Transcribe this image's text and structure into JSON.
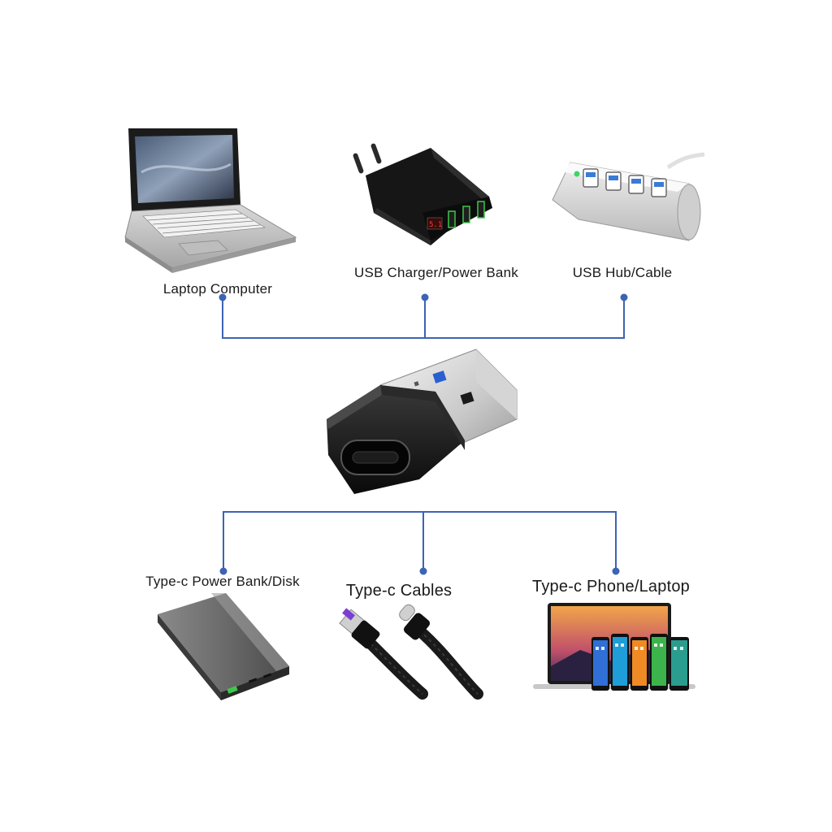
{
  "diagram": {
    "center_device_icon": "usb-a-male-to-type-c-female-adapter",
    "line_color": "#3d63b4",
    "top_row": [
      {
        "label": "Laptop Computer",
        "icon": "laptop-icon"
      },
      {
        "label": "USB Charger/Power Bank",
        "icon": "usb-charger-icon"
      },
      {
        "label": "USB Hub/Cable",
        "icon": "usb-hub-icon"
      }
    ],
    "bottom_row": [
      {
        "label": "Type-c Power Bank/Disk",
        "icon": "power-bank-icon"
      },
      {
        "label": "Type-c Cables",
        "icon": "type-c-cable-icon"
      },
      {
        "label": "Type-c Phone/Laptop",
        "icon": "phones-laptop-icon"
      }
    ]
  }
}
